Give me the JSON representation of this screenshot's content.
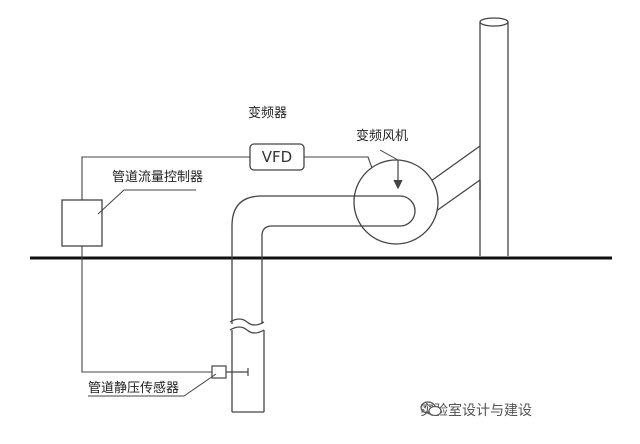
{
  "labels": {
    "vfd_title": "变频器",
    "vfd_box": "VFD",
    "fan": "变频风机",
    "controller": "管道流量控制器",
    "sensor": "管道静压传感器"
  },
  "watermark": {
    "text": "实验室设计与建设",
    "icon": "wechat-icon"
  },
  "colors": {
    "line": "#444444",
    "ground": "#111111"
  }
}
